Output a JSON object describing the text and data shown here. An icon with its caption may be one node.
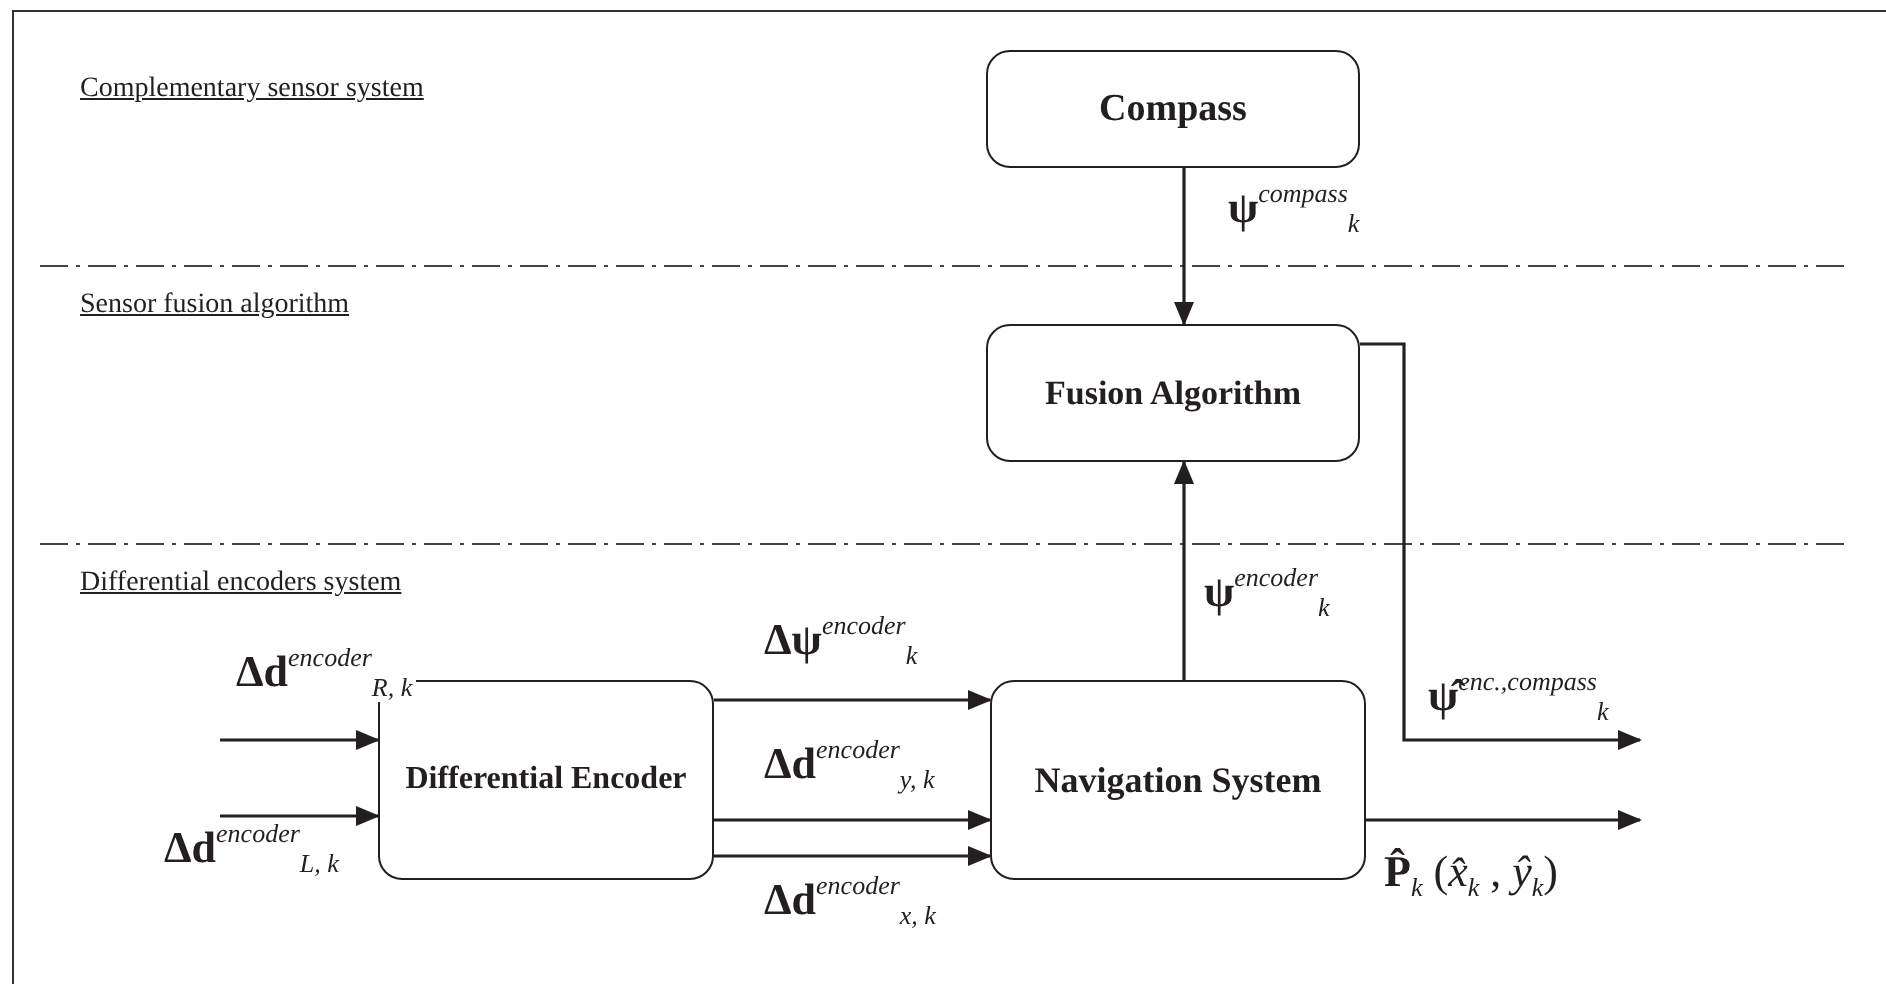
{
  "diagram": {
    "nodes": [
      {
        "text": [
          "Compass"
        ]
      },
      {
        "text": [
          "Fusion Algorithm"
        ]
      },
      {
        "text": [
          "Differential Encoder"
        ]
      },
      {
        "text": [
          "Navigation System"
        ]
      }
    ],
    "edges": [
      {
        "from": 0,
        "to": 1,
        "arrow": "to",
        "label": "**ψ**$^{compass}$$_{k}$"
      },
      {
        "from": null,
        "to": 2,
        "arrow": "to",
        "label": "**Δd**$^{encoder}$$_{R, k}$"
      },
      {
        "from": null,
        "to": 2,
        "arrow": "to",
        "label": "**Δd**$^{encoder}$$_{L, k}$"
      },
      {
        "from": 2,
        "to": 3,
        "arrow": "to",
        "label": "**Δψ**$^{encoder}$$_{k}$"
      },
      {
        "from": 2,
        "to": 3,
        "arrow": "to",
        "label": "**Δd**$^{encoder}$$_{y, k}$"
      },
      {
        "from": 2,
        "to": 3,
        "arrow": "to",
        "label": "**Δd**$^{encoder}$$_{x, k}$"
      },
      {
        "from": 3,
        "to": 1,
        "arrow": "to",
        "label": "**ψ**$^{encoder}$$_{k}$"
      },
      {
        "from": 1,
        "to": null,
        "arrow": "to",
        "label": "**ψ̂**$^{enc.,compass}$$_{k}$"
      },
      {
        "from": 3,
        "to": null,
        "arrow": "to",
        "label": "**P̂**$_{k}$ (*x̂*$_{k}$ , *ŷ*$_{k}$)"
      }
    ],
    "labels": [
      "Complementary sensor system",
      "Sensor fusion algorithm",
      "Differential encoders system"
    ]
  }
}
